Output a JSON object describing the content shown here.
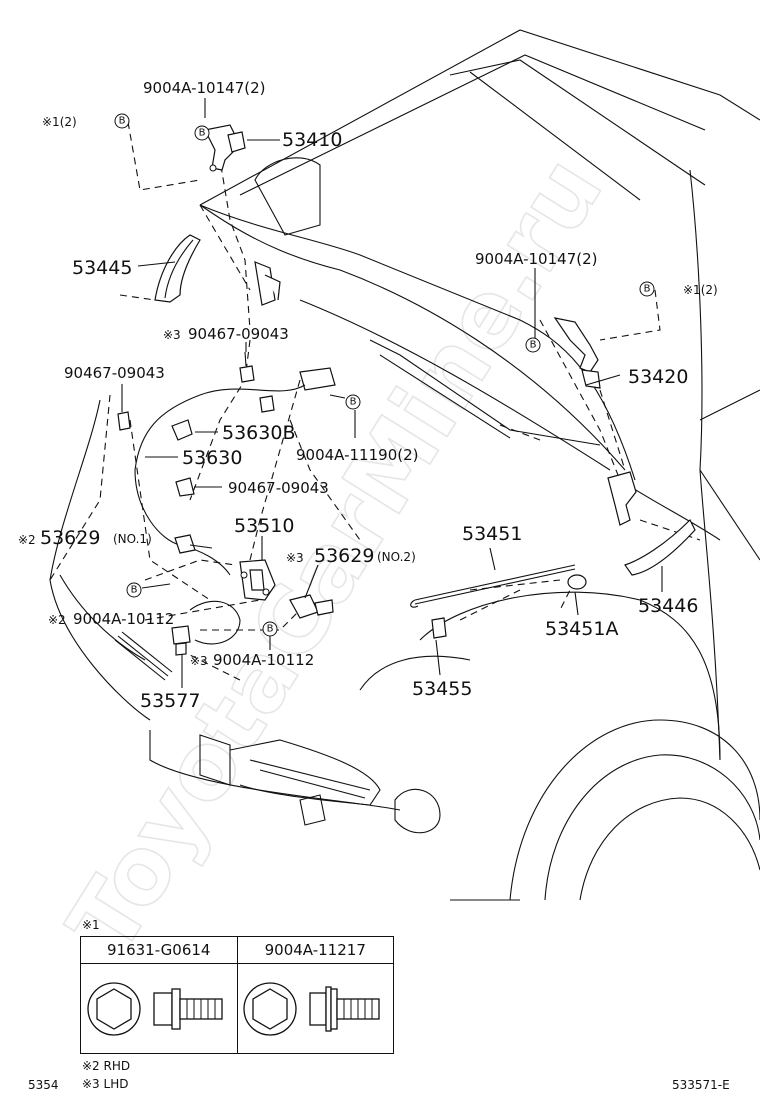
{
  "watermark": "ToyotaCarMine.ru",
  "callouts": {
    "p9004A_10147_left": "9004A-10147(2)",
    "ref1_left": "※1(2)",
    "p53410": "53410",
    "p53445": "53445",
    "p90467_09043_upper": "90467-09043",
    "ref3_prefix_upper": "※3",
    "p90467_09043_left": "90467-09043",
    "p53630B": "53630B",
    "p53630": "53630",
    "p9004A_11190": "9004A-11190(2)",
    "p90467_09043_lower": "90467-09043",
    "p53510": "53510",
    "ref2_53629": "※2",
    "p53629_no1": "53629",
    "no1": "(NO.1)",
    "ref3_53629": "※3",
    "p53629_no2": "53629",
    "no2": "(NO.2)",
    "ref2_10112": "※2",
    "p9004A_10112_left": "9004A-10112",
    "ref3_10112": "※3",
    "p9004A_10112_right": "9004A-10112",
    "p53577": "53577",
    "p9004A_10147_right": "9004A-10147(2)",
    "ref1_right": "※1(2)",
    "p53420": "53420",
    "p53451": "53451",
    "p53451A": "53451A",
    "p53446": "53446",
    "p53455": "53455",
    "circle_B": "B"
  },
  "table": {
    "note": "※1",
    "col1": "91631-G0614",
    "col2": "9004A-11217"
  },
  "footnotes": {
    "rhd": "※2 RHD",
    "lhd": "※3 LHD",
    "page_left": "5354",
    "page_right": "533571-E"
  },
  "colors": {
    "ink": "#111111",
    "watermark": "#e6e6e6"
  }
}
